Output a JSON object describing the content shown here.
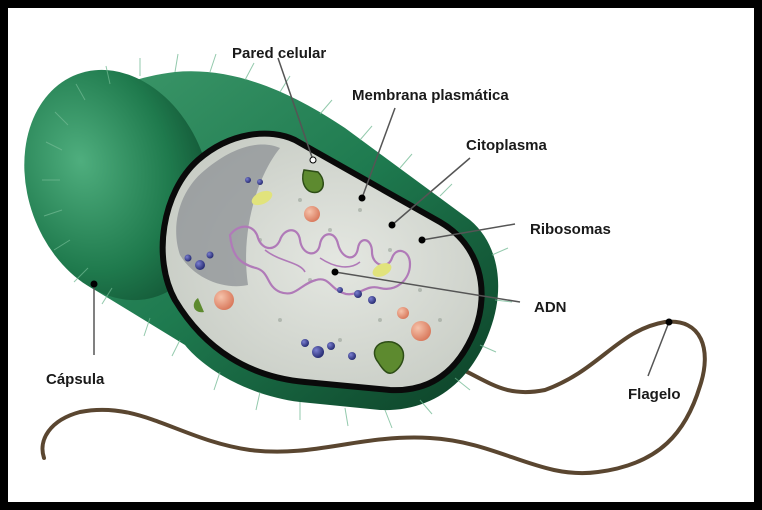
{
  "labels": {
    "pared_celular": "Pared celular",
    "membrana_plasmatica": "Membrana plasmática",
    "citoplasma": "Citoplasma",
    "ribosomas": "Ribosomas",
    "adn": "ADN",
    "capsula": "Cápsula",
    "flagelo": "Flagelo"
  },
  "colors": {
    "frame": "#000000",
    "capsule": "#1e7a4f",
    "capsule_dark": "#0f4f31",
    "cell_wall": "#0a0a0a",
    "cytoplasm": "#cfd3cc",
    "dna": "#b07ab8",
    "ribosome": "#2b2f7a",
    "vacuole": "#e3967a",
    "flagellum": "#5a4630",
    "leader": "#555555"
  }
}
